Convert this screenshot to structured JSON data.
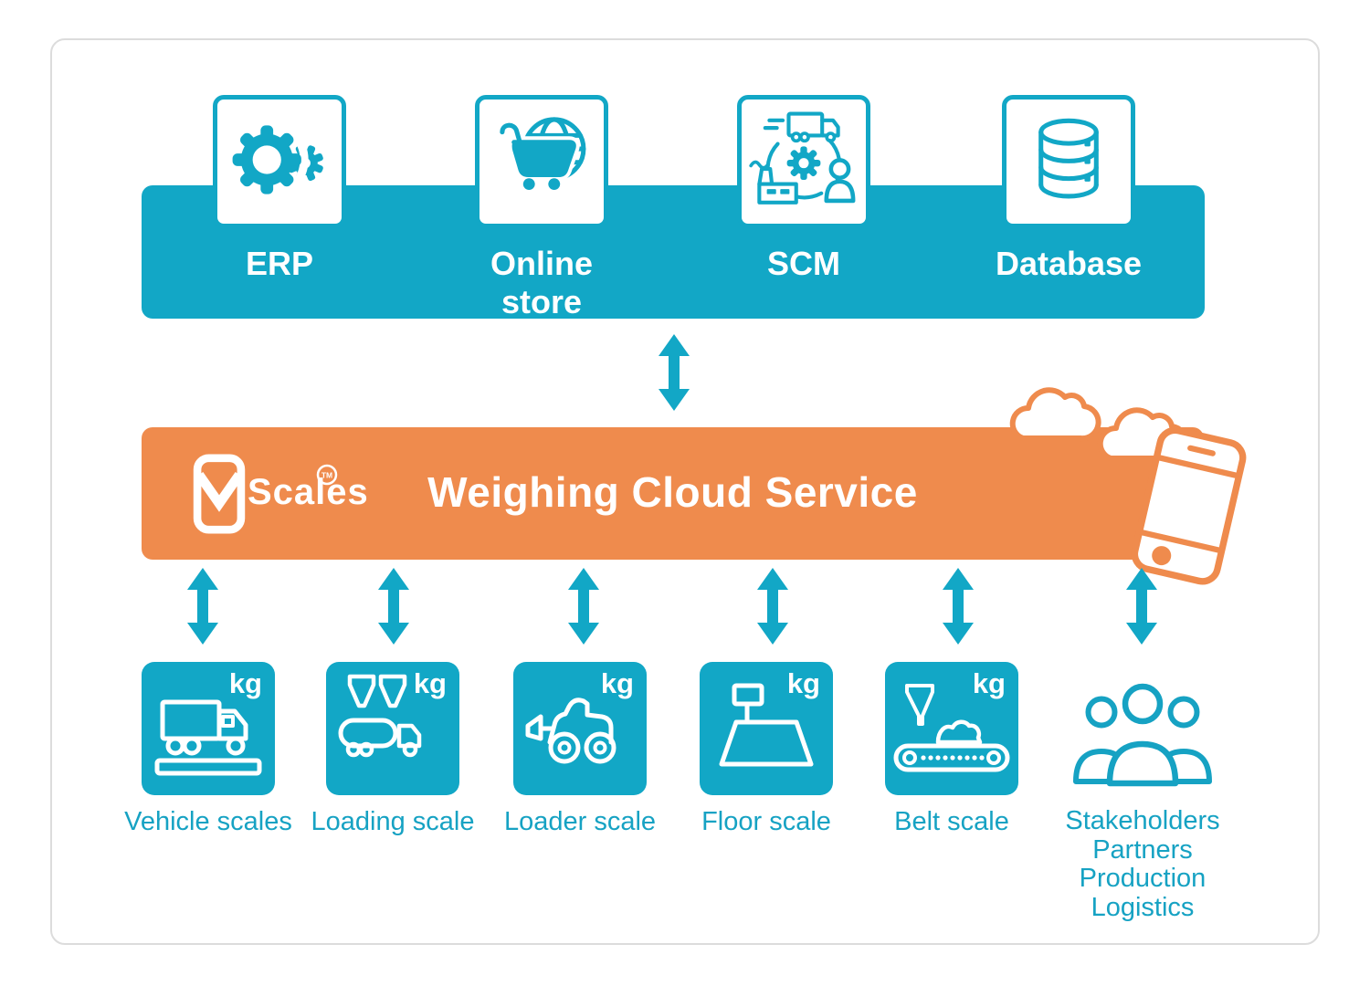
{
  "colors": {
    "teal": "#12a7c6",
    "teal_text": "#16a2c3",
    "orange": "#ef8b4d",
    "card_border": "#dcdcdc",
    "white": "#ffffff"
  },
  "integrations_bar": {
    "items": [
      {
        "label": "ERP",
        "icon": "gears-icon"
      },
      {
        "label": "Online store",
        "icon": "cart-globe-icon"
      },
      {
        "label": "SCM",
        "icon": "supply-chain-icon"
      },
      {
        "label": "Database",
        "icon": "database-icon"
      }
    ]
  },
  "cloud_bar": {
    "brand": {
      "product": "Scales",
      "trademark": "TM",
      "icon": "mscales-phone-logo-icon"
    },
    "title": "Weighing Cloud Service",
    "decor": [
      "clouds-icon",
      "smartphone-icon"
    ]
  },
  "scales_row": {
    "unit": "kg",
    "items": [
      {
        "label": "Vehicle scales",
        "icon": "vehicle-scale-icon"
      },
      {
        "label": "Loading scale",
        "icon": "loading-scale-icon"
      },
      {
        "label": "Loader scale",
        "icon": "loader-scale-icon"
      },
      {
        "label": "Floor scale",
        "icon": "floor-scale-icon"
      },
      {
        "label": "Belt scale",
        "icon": "belt-scale-icon"
      }
    ],
    "stakeholders": {
      "icon": "people-group-icon",
      "lines": [
        "Stakeholders",
        "Partners",
        "Production",
        "Logistics"
      ]
    }
  }
}
